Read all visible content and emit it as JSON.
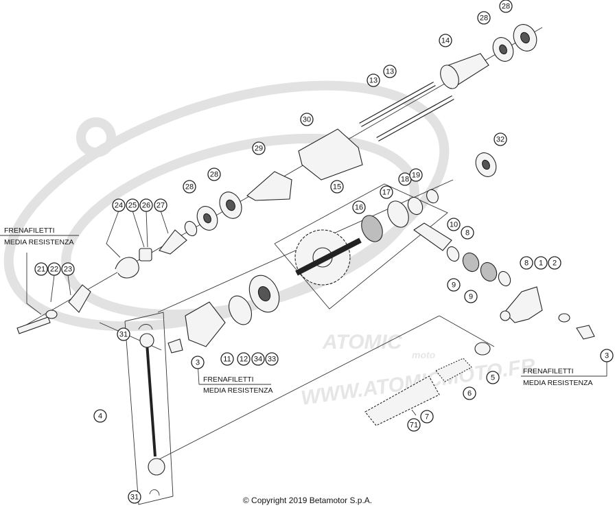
{
  "notes": {
    "left": [
      "FRENAFILETTI",
      "MEDIA RESISTENZA"
    ],
    "center": [
      "FRENAFILETTI",
      "MEDIA RESISTENZA"
    ],
    "right": [
      "FRENAFILETTI",
      "MEDIA RESISTENZA"
    ]
  },
  "watermark": {
    "brand": "ATOMIC",
    "sub": "moto",
    "url": "WWW.ATOMICMOTO.FR"
  },
  "copyright": "© Copyright 2019 Betamotor S.p.A.",
  "callouts": [
    "28",
    "28",
    "14",
    "13",
    "13",
    "30",
    "32",
    "29",
    "28",
    "28",
    "15",
    "17",
    "18",
    "19",
    "16",
    "24",
    "25",
    "26",
    "27",
    "10",
    "8",
    "8",
    "1",
    "2",
    "21",
    "22",
    "23",
    "9",
    "9",
    "31",
    "3",
    "11",
    "12",
    "34",
    "33",
    "3",
    "5",
    "6",
    "7",
    "71",
    "4",
    "31"
  ]
}
